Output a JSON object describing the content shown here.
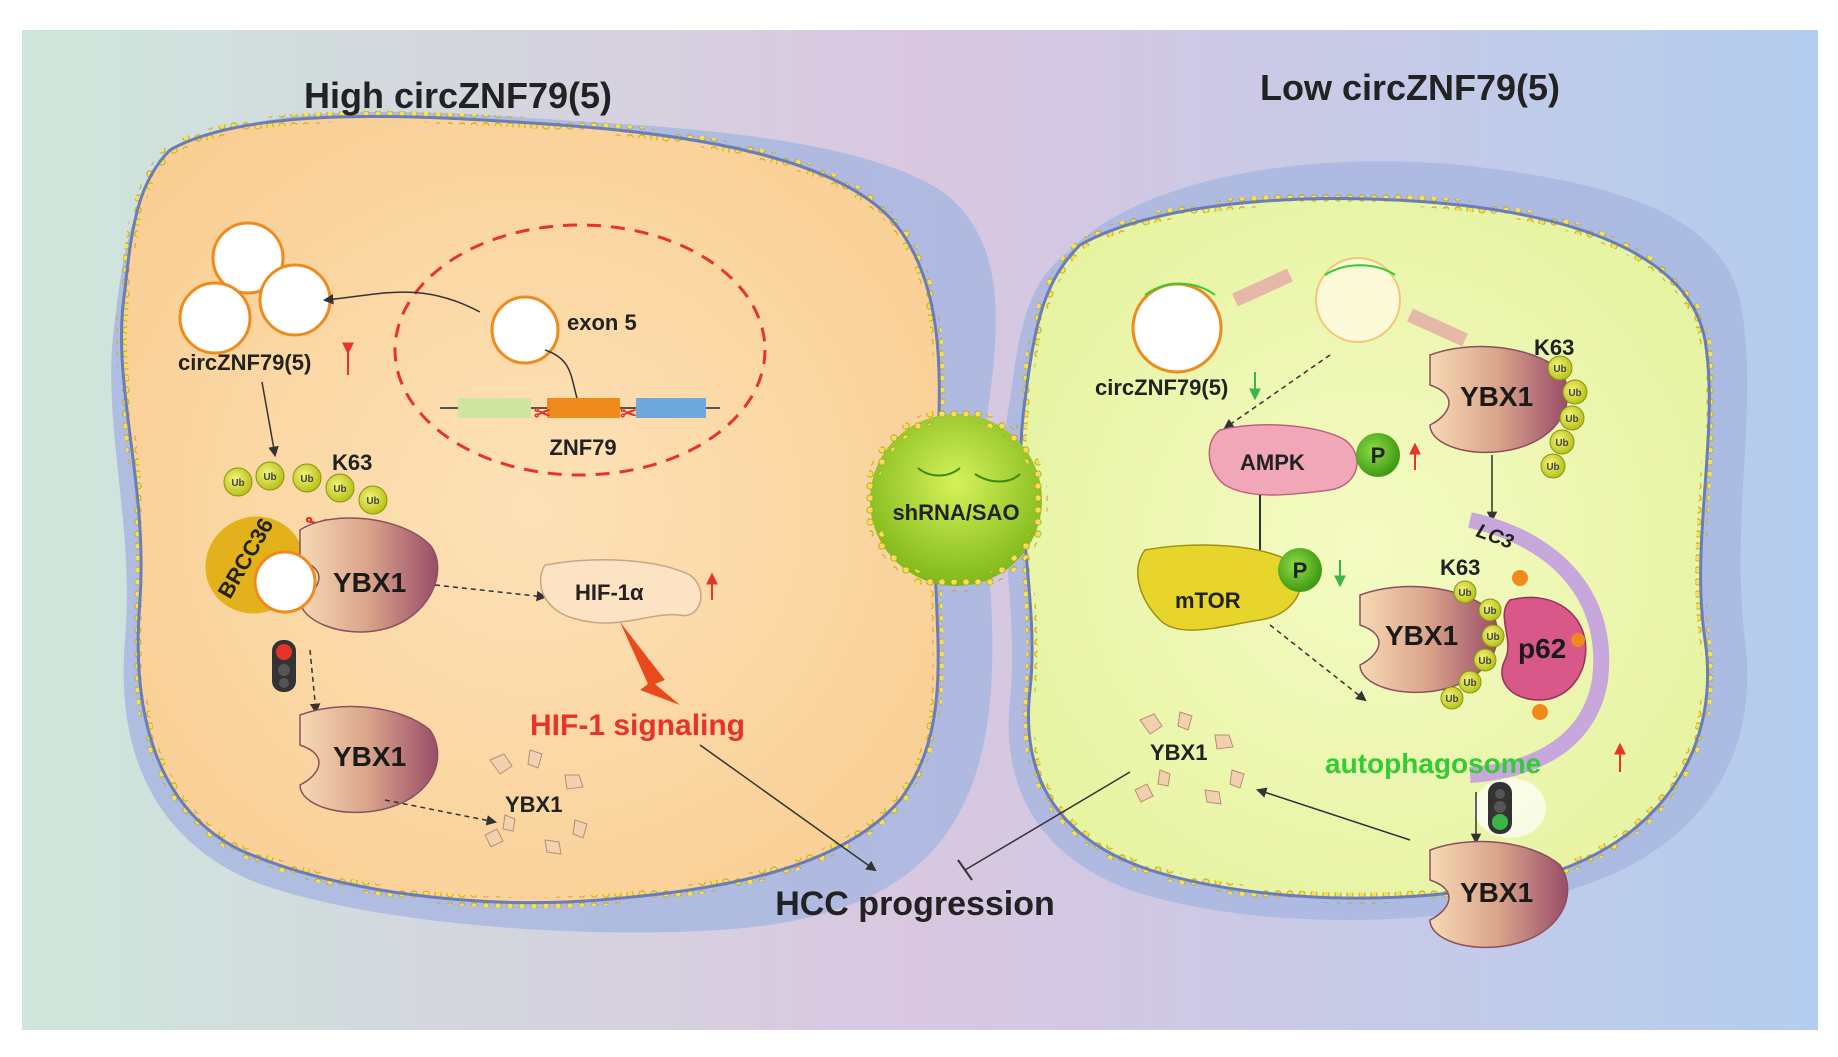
{
  "colors": {
    "bg_left": "#cfe6dc",
    "bg_mid": "#d9c7e0",
    "bg_right": "#b4cdee",
    "up_arrow": "#e8332a",
    "down_arrow": "#3cb44a",
    "signal_red": "#e8332a",
    "autophagy_green": "#33cc33"
  },
  "left_panel": {
    "title": "High circZNF79(5)",
    "circ_label": "circZNF79(5)",
    "exon_label": "exon 5",
    "gene_label": "ZNF79",
    "k63_label": "K63",
    "ub_label": "Ub",
    "brcc36_label": "BRCC36",
    "ybx1_label": "YBX1",
    "hif_label": "HIF-1α",
    "hif_signaling": "HIF-1 signaling",
    "ybx1_degraded": "YBX1"
  },
  "right_panel": {
    "title": "Low circZNF79(5)",
    "circ_label": "circZNF79(5)",
    "k63_label": "K63",
    "ub_label": "Ub",
    "ybx1_label": "YBX1",
    "ampk_label": "AMPK",
    "p_label": "P",
    "mtor_label": "mTOR",
    "lc3_label": "LC3",
    "p62_label": "p62",
    "autophagosome": "autophagosome",
    "shrna_label": "shRNA/SAO",
    "ybx1_degraded": "YBX1"
  },
  "center": {
    "hcc_label": "HCC progression"
  },
  "icons": [
    "traffic-light-red-icon",
    "traffic-light-green-icon",
    "scissors-icon"
  ]
}
